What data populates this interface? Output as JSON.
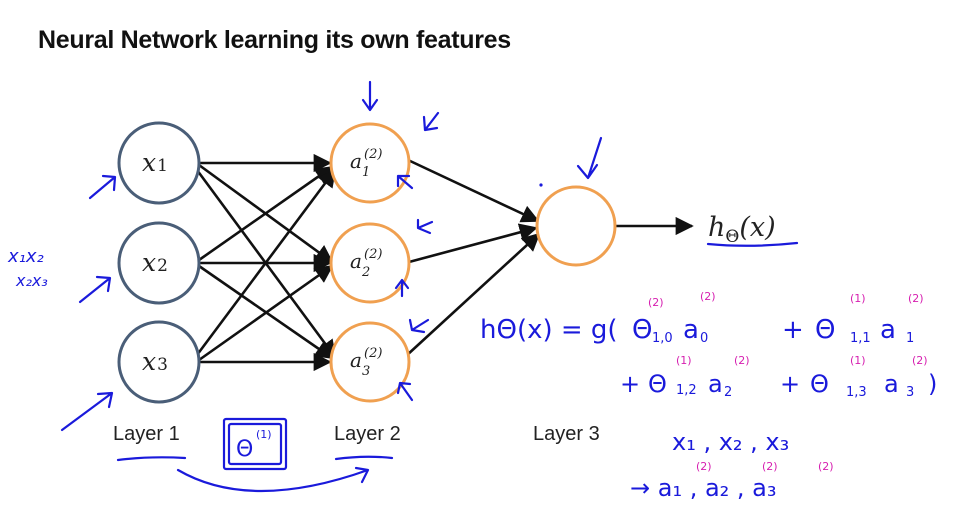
{
  "title": "Neural Network learning its own features",
  "layers": [
    {
      "label": "Layer 1"
    },
    {
      "label": "Layer 2"
    },
    {
      "label": "Layer 3"
    }
  ],
  "input_nodes": [
    {
      "main": "x",
      "sub": "1"
    },
    {
      "main": "x",
      "sub": "2"
    },
    {
      "main": "x",
      "sub": "3"
    }
  ],
  "hidden_nodes": [
    {
      "main": "a",
      "sub": "1",
      "sup": "(2)"
    },
    {
      "main": "a",
      "sub": "2",
      "sup": "(2)"
    },
    {
      "main": "a",
      "sub": "3",
      "sup": "(2)"
    }
  ],
  "output": {
    "h": "h",
    "sub": "Θ",
    "arg": "(x)"
  },
  "colors": {
    "input_stroke": "#4a5e78",
    "hidden_stroke": "#f0a050",
    "ink": "#1a1adb",
    "ink_sup": "#d61fb0",
    "edges": "#111111"
  },
  "annotations": {
    "left_terms_1": "x₁x₂",
    "left_terms_2": "x₂x₃",
    "boxed_theta": "Θ",
    "boxed_theta_sup": "(1)",
    "formula_line1": "h_Θ(x) = g(Θ₁₀ a₀ + Θ₁₁ a₁",
    "formula_line2": "+ Θ₁₂ a₂ + Θ₁₃ a₃)",
    "h_ink": "hΘ(x) = g(",
    "t1_sub": "1,0",
    "t1_a": "a",
    "t1_a_sub": "0",
    "t2_sub": "1,1",
    "t2_a": "a",
    "t2_a_sub": "1",
    "t3_sub": "1,2",
    "t3_a": "a",
    "t3_a_sub": "2",
    "t4_sub": "1,3",
    "t4_a": "a",
    "t4_a_sub": "3",
    "sup_1": "(1)",
    "sup_2": "(2)",
    "inputs_list": "x₁ , x₂ , x₃",
    "hidden_list": "→ a₁ , a₂ , a₃",
    "hidden_list_sup": "(2)"
  }
}
